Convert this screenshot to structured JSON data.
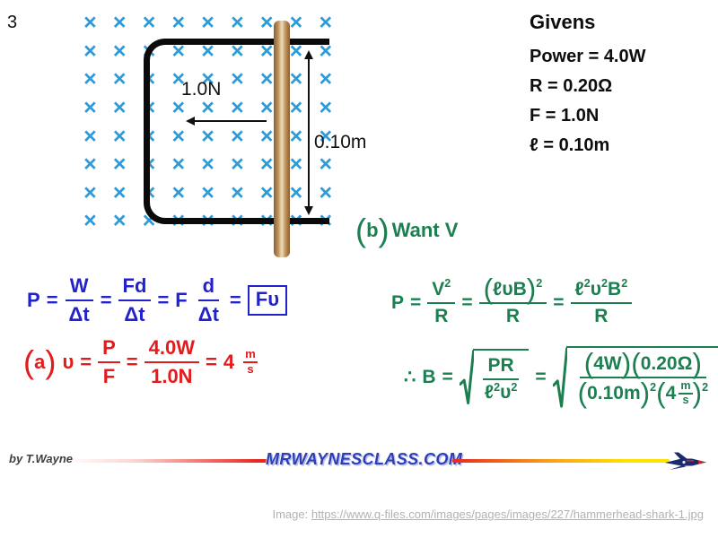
{
  "slide": {
    "number": "3"
  },
  "diagram": {
    "field_symbol": "×",
    "grid_rows": 8,
    "grid_cols": 9,
    "force_label": "1.0N",
    "length_label": "0.10m",
    "colors": {
      "field": "#2E9BD8",
      "rod": "#C1955F",
      "loop": "#0A0A0A"
    }
  },
  "givens": {
    "title": "Givens",
    "items": [
      "Power = 4.0W",
      "R = 0.20Ω",
      "F = 1.0N",
      "ℓ = 0.10m"
    ]
  },
  "part_b": {
    "label": "b",
    "text": "Want V"
  },
  "sym": {
    "eq": "=",
    "sup2": "2",
    "lp": "(",
    "rp": ")",
    "therefore": "∴"
  },
  "eq_blue": {
    "color": "#2222CC",
    "P": "P",
    "W": "W",
    "dt": "Δt",
    "Fd": "Fd",
    "F": "F",
    "d": "d",
    "boxed": "Fυ"
  },
  "eq_red": {
    "color": "#E31B1C",
    "label": "a",
    "v": "υ",
    "P": "P",
    "F": "F",
    "num": "4.0W",
    "den": "1.0N",
    "result": "4",
    "unit_num": "m",
    "unit_den": "s"
  },
  "eq_g1": {
    "color": "#1B7F50",
    "P": "P",
    "V": "V",
    "R": "R",
    "lvB": "ℓυB",
    "l": "ℓ",
    "v": "υ",
    "B": "B"
  },
  "eq_g2": {
    "color": "#1B7F50",
    "B": "B",
    "PR": "PR",
    "l": "ℓ",
    "v": "υ",
    "n1": "4W",
    "n2": "0.20Ω",
    "d1": "0.10m",
    "d2": "4",
    "unit_num": "m",
    "unit_den": "s"
  },
  "footer": {
    "byline": "by T.Wayne",
    "site": "MRWAYNESCLASS.COM",
    "credit_prefix": "Image: ",
    "credit_url": "https://www.q-files.com/images/pages/images/227/hammerhead-shark-1.jpg"
  }
}
